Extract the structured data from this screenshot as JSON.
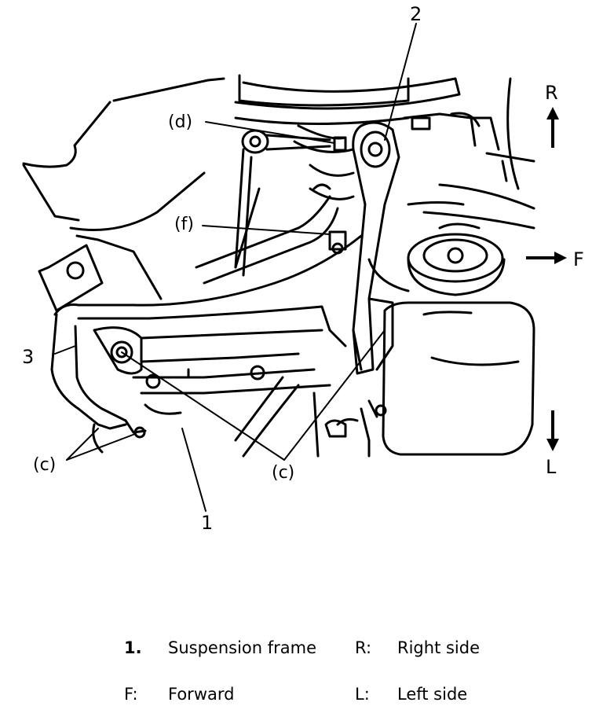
{
  "callouts": {
    "part_1": "1",
    "part_2": "2",
    "part_3": "3",
    "label_d": "(d)",
    "label_f": "(f)",
    "label_c_left": "(c)",
    "label_c_center": "(c)"
  },
  "directions": {
    "right": "R",
    "forward": "F",
    "left": "L"
  },
  "legend": {
    "row1": [
      {
        "key": "1.",
        "text": "Suspension frame"
      },
      {
        "key": "R:",
        "text": "Right side"
      }
    ],
    "row2": [
      {
        "key": "F:",
        "text": "Forward"
      },
      {
        "key": "L:",
        "text": "Left side"
      }
    ]
  }
}
